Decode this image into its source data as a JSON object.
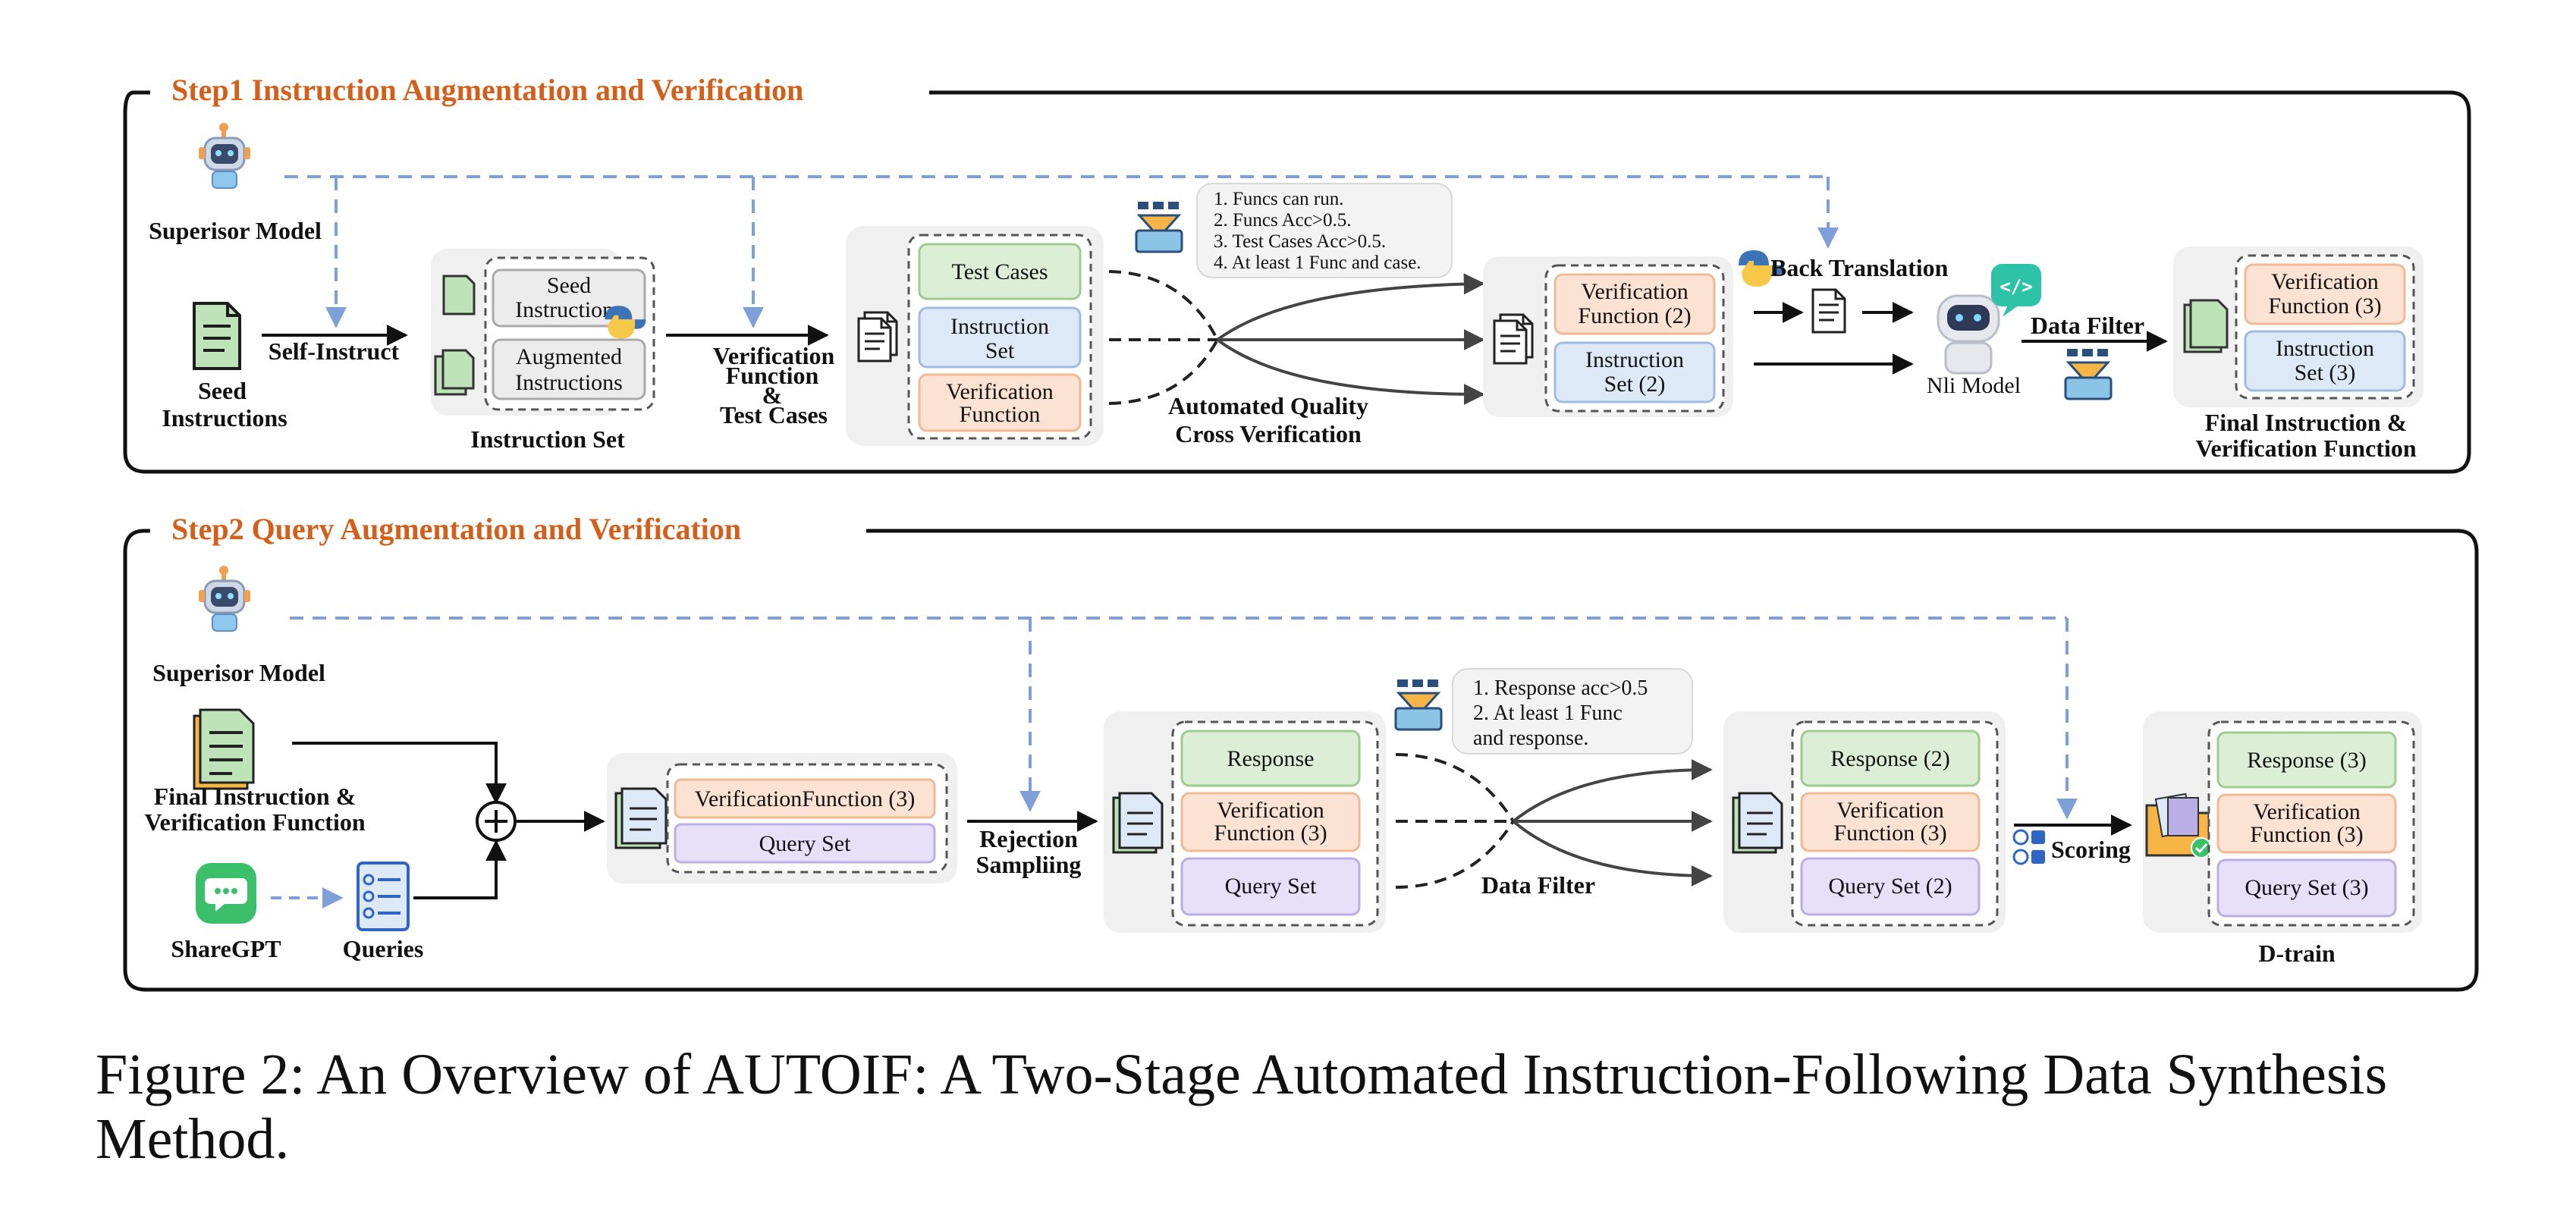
{
  "step1": {
    "title": "Step1 Instruction Augmentation and Verification",
    "supervisor_label": "Superisor Model",
    "seed_label": [
      "Seed",
      "Instructions"
    ],
    "self_instruct": "Self-Instruct",
    "instruction_set": {
      "items": [
        [
          "Seed",
          "Instructions"
        ],
        [
          "Augmented",
          "Instructions"
        ]
      ],
      "label": "Instruction Set"
    },
    "verif_gen_label": [
      "Verification",
      "Function",
      "&",
      "Test Cases"
    ],
    "cross_box": {
      "items": [
        [
          "Test Cases"
        ],
        [
          "Instruction",
          "Set"
        ],
        [
          "Verification",
          "Function"
        ]
      ]
    },
    "cross_label": [
      "Automated Quality",
      "Cross Verification"
    ],
    "criteria": [
      "1. Funcs can run.",
      "2. Funcs Acc>0.5.",
      "3. Test Cases Acc>0.5.",
      "4. At least 1 Func and case."
    ],
    "verified_box": {
      "items": [
        [
          "Verification",
          "Function (2)"
        ],
        [
          "Instruction",
          "Set (2)"
        ]
      ]
    },
    "back_translation": "Back Translation",
    "nli_label": "Nli Model",
    "data_filter": "Data Filter",
    "final_box": {
      "items": [
        [
          "Verification",
          "Function (3)"
        ],
        [
          "Instruction",
          "Set (3)"
        ]
      ]
    },
    "final_label": [
      "Final Instruction &",
      "Verification Function"
    ]
  },
  "step2": {
    "title": "Step2  Query Augmentation and Verification",
    "supervisor_label": "Superisor Model",
    "final_in_label": [
      "Final Instruction &",
      "Verification Function"
    ],
    "sharegpt_label": "ShareGPT",
    "queries_label": "Queries",
    "combo_box": {
      "items": [
        [
          "VerificationFunction (3)"
        ],
        [
          "Query Set"
        ]
      ]
    },
    "rejection_label": [
      "Rejection",
      "Sampliing"
    ],
    "resp_box": {
      "items": [
        [
          "Response"
        ],
        [
          "Verification",
          "Function (3)"
        ],
        [
          "Query Set"
        ]
      ]
    },
    "criteria": [
      "1. Response acc>0.5",
      "2. At least 1 Func",
      "and response."
    ],
    "data_filter": "Data Filter",
    "filtered_box": {
      "items": [
        [
          "Response (2)"
        ],
        [
          "Verification",
          "Function (3)"
        ],
        [
          "Query Set (2)"
        ]
      ]
    },
    "scoring": "Scoring",
    "dtrain_box": {
      "items": [
        [
          "Response (3)"
        ],
        [
          "Verification",
          "Function (3)"
        ],
        [
          "Query Set (3)"
        ]
      ]
    },
    "dtrain_label": "D-train"
  },
  "caption": {
    "prefix": "Figure 2: An Overview of ",
    "name_lead": "A",
    "name_small": "UTO",
    "name_tail": "IF",
    "suffix": ": A Two-Stage Automated Instruction-Following Data Synthesis Method."
  },
  "colors": {
    "step_title": "#d35f1a",
    "dashed_arrow": "#7f9fd9",
    "green_fill": "#dcefd6",
    "green_stroke": "#9ccc8e",
    "blue_fill": "#dde9f7",
    "blue_stroke": "#9fbbe0",
    "orange_fill": "#fbe2d2",
    "orange_stroke": "#f0b995",
    "purple_fill": "#e6e0f8",
    "purple_stroke": "#b9aee6",
    "gray_fill": "#ececec",
    "gray_stroke": "#a9a9a9",
    "panel_fill": "#f0f0f0"
  },
  "icons": [
    "robot-icon",
    "document-icon",
    "python-icon",
    "filter-robot-icon",
    "nli-robot-icon",
    "code-bubble-icon",
    "chat-bubble-icon",
    "checklist-icon",
    "folder-check-icon",
    "scoring-icon",
    "plus-circle-icon"
  ]
}
